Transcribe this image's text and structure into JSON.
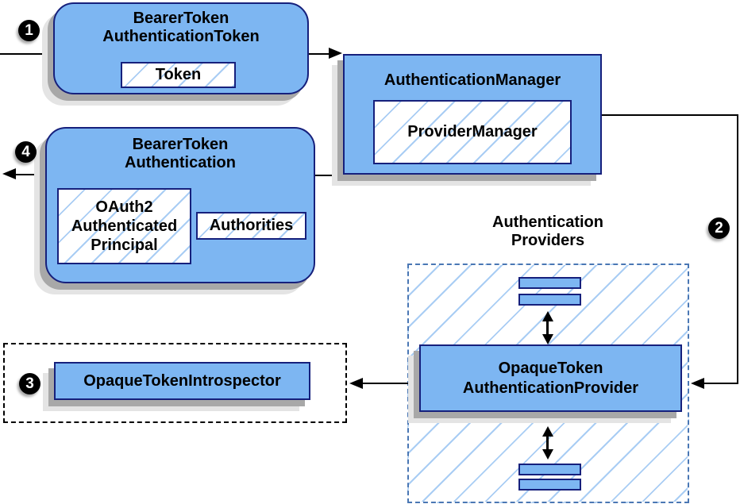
{
  "colors": {
    "box_fill": "#7db6f2",
    "box_border": "#16207c",
    "hatch_line": "#a9cdf4",
    "providers_dash_border": "#4a77b4",
    "shadow_dark": "#a8a8a8",
    "shadow_light": "#e4e4e4",
    "line": "#000000"
  },
  "nodes": {
    "bearer_token_authentication_token": {
      "title": [
        "BearerToken",
        "AuthenticationToken"
      ],
      "token_label": "Token"
    },
    "authentication_manager": {
      "title": "AuthenticationManager",
      "provider_manager_label": "ProviderManager"
    },
    "bearer_token_authentication": {
      "title": [
        "BearerToken",
        "Authentication"
      ],
      "principal": [
        "OAuth2",
        "Authenticated",
        "Principal"
      ],
      "authorities_label": "Authorities"
    },
    "opaque_token_authentication_provider": {
      "title": [
        "OpaqueToken",
        "AuthenticationProvider"
      ]
    },
    "opaque_token_introspector": {
      "title": "OpaqueTokenIntrospector"
    }
  },
  "labels": {
    "authentication_providers": [
      "Authentication",
      "Providers"
    ]
  },
  "steps": {
    "s1": "1",
    "s2": "2",
    "s3": "3",
    "s4": "4"
  }
}
